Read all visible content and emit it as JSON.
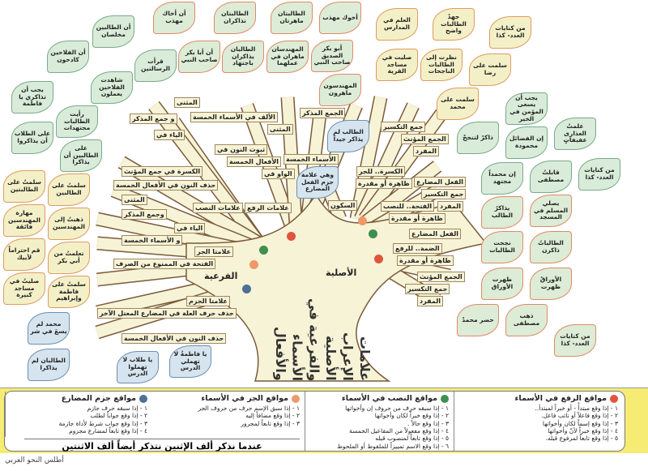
{
  "title": "علامات الإعراب الأصلية والفرعية في الأسماء والأفعال",
  "colors": {
    "raf": "#e0553e",
    "nasb": "#3f8f4f",
    "jarr": "#f0986a",
    "jazm": "#4d6f98",
    "trunk": "#f7f3d6",
    "outline": "#7a5a3a"
  },
  "hubs": {
    "asliya": "الأصلية",
    "fariya": "الفرعية"
  },
  "branch_labels": [
    "علامات النصب",
    "الياء في",
    "و جمع المذكر",
    "المثنى",
    "الكسرة في جمع المؤنث",
    "حذف النون في الأفعال الخمسة",
    "المثنى",
    "وجمع المذكر",
    "الياء في",
    "و الأسماء الخمسة",
    "علامتا الجر",
    "الفتحة في الممنوع من الصرف",
    "علامتا الجزم",
    "حذف حرف العلة في المضارع المعتل الآخر",
    "حذف النون في الأفعال الخمسة",
    "علامات الرفع",
    "الألف في الأسماء الخمسة",
    "ثبوت النون في",
    "الأفعال الخمسة",
    "المثنى",
    "الواو في",
    "الأسماء الخمسة",
    "الجمع المذكر",
    "السكون",
    "الكسرة.. للجر",
    "ظاهرة أو مقدرة",
    "جمع التكسير",
    "الجمع المؤنث",
    "المفرد",
    "الفتحة.. للنصب",
    "ظاهرة أو مقدرة",
    "الفعل المضارع",
    "جمع التكسير",
    "المفرد",
    "الضمة.. للرفع",
    "ظاهرة أو مقدرة",
    "الفعل المضارع",
    "الجمع المؤنث",
    "جمع التكسير",
    "المفرد"
  ],
  "leaves": [
    "أن الطالبين مخلصان",
    "قرأت الرسالتين",
    "أن الفلاحين كادحون",
    "شاهدت الفلاحين يعملون",
    "يجب أن تذاكري يا فاطمة",
    "رأيت الطالبات مجتهدات",
    "على الطلاب أن يذاكروا",
    "على الطالبين أن يذاكرا",
    "سلمتُ على الطالبتين",
    "سلمتُ على الطالبين",
    "مهارة المهندسين فائقة",
    "ذهبتُ إلى المهندسين",
    "قم احتراماً لأبيك",
    "تعلمتُ من أبي بكر",
    "صليتُ في مساجد كبيرة",
    "سلمتُ على فاطمة وإبراهيم",
    "محمد لم يسعَ في شر",
    "الطالبان لم يذاكرا",
    "يا طلاب لا تهملوا الدرس",
    "يا فاطمةُ لا تهملي الدرس",
    "أن أخاك مهذب",
    "أن أبا بكر صاحب النبي",
    "الطالبتان تذاكران",
    "الطالبان يذاكران باجتهاد",
    "الطالبتان ماهرتان",
    "المهندسان ماهران في عملهما",
    "أخوك مهذب",
    "أبو بكر الصديق صاحب النبي",
    "المهندسون ماهرون",
    "الطالب لم يذاكر جيداً",
    "وهي علامة جزم الفعل المضارع",
    "العلم في المدارس",
    "صليت في مساجد القرية",
    "جهدُ الطالبات واضح",
    "نظرت إلى الطالبات الناجحات",
    "من كنايات العدد- كذا",
    "سلمت على رضا",
    "سلمت على محمد",
    "ذاكرْ لتنجحْ",
    "يجب أن يسعى المؤمن في الخير",
    "علمتُ العذارى عفيفاتٍ",
    "إن الفضائل محمودة",
    "إن محمداً مجتهد",
    "قابلتُ مصطفى",
    "من كنايات العدد- كذا",
    "يذاكرُ الطالب",
    "يصلي المسلم في المسجد",
    "نجحت الطالبات",
    "الطالباتُ ذاكرن",
    "ظهرت الأوراق",
    "الأوراقُ ظهرت",
    "حضر محمدٌ",
    "ذهب مصطفى",
    "من كنايات العدد- كذا"
  ],
  "legend": {
    "raf": {
      "title": "مواقع الرفع في الأسماء",
      "items": [
        "١ - إذا وقع مبتدأً - أو خبراً لمبتدأ..",
        "٢ - إذا وقع فاعلاً أو نائب فاعل.",
        "٣ - إذا وقع إسماً لكان وأخواتها",
        "٤ - إذا وقع خبراً لأنّ وأخواتها",
        "٥ - إذا وقع تابعاً لمرفوع قبله."
      ]
    },
    "nasb": {
      "title": "مواقع النصب في الأسماء",
      "items": [
        "١ - إذا سبقه حرف من حروف إن وأخواتها",
        "٢ - إذا وقع خبراً لكان وأخواتها",
        "٣ - إذا وقع حالاً .",
        "٤ - إذا وقع مفعولاً من المفاعيل الخمسة",
        "٥ - إذا وقع تابعاً لمنصوب قبله",
        "٦ - إذا وقع الاسم تمييزاً للملفوظ أو الملحوظ"
      ]
    },
    "jarr": {
      "title": "مواقع الجر في الأسماء",
      "items": [
        "١ - إذا سبق الإسم حرف من حروف الجر",
        "٢ - إذا وقع مضافاً إليه",
        "٣ - إذا وقع تابعاً لمجرور"
      ]
    },
    "jazm": {
      "title": "مواقع جزم المضارع",
      "items": [
        "١ - إذا سبقه حرف جازم",
        "٢ - إذا وقع جواباً لطلب",
        "٣ - إذا وقع جواب شرط لأداة جازمة",
        "٤ - إذا وقع تابعاً لمضارع مجزوم"
      ]
    }
  },
  "note": "عندما نذكر ألف الإثنين نتذكر أيضاً ألف الاثنتين",
  "footer": "أطلس النحو العربي"
}
